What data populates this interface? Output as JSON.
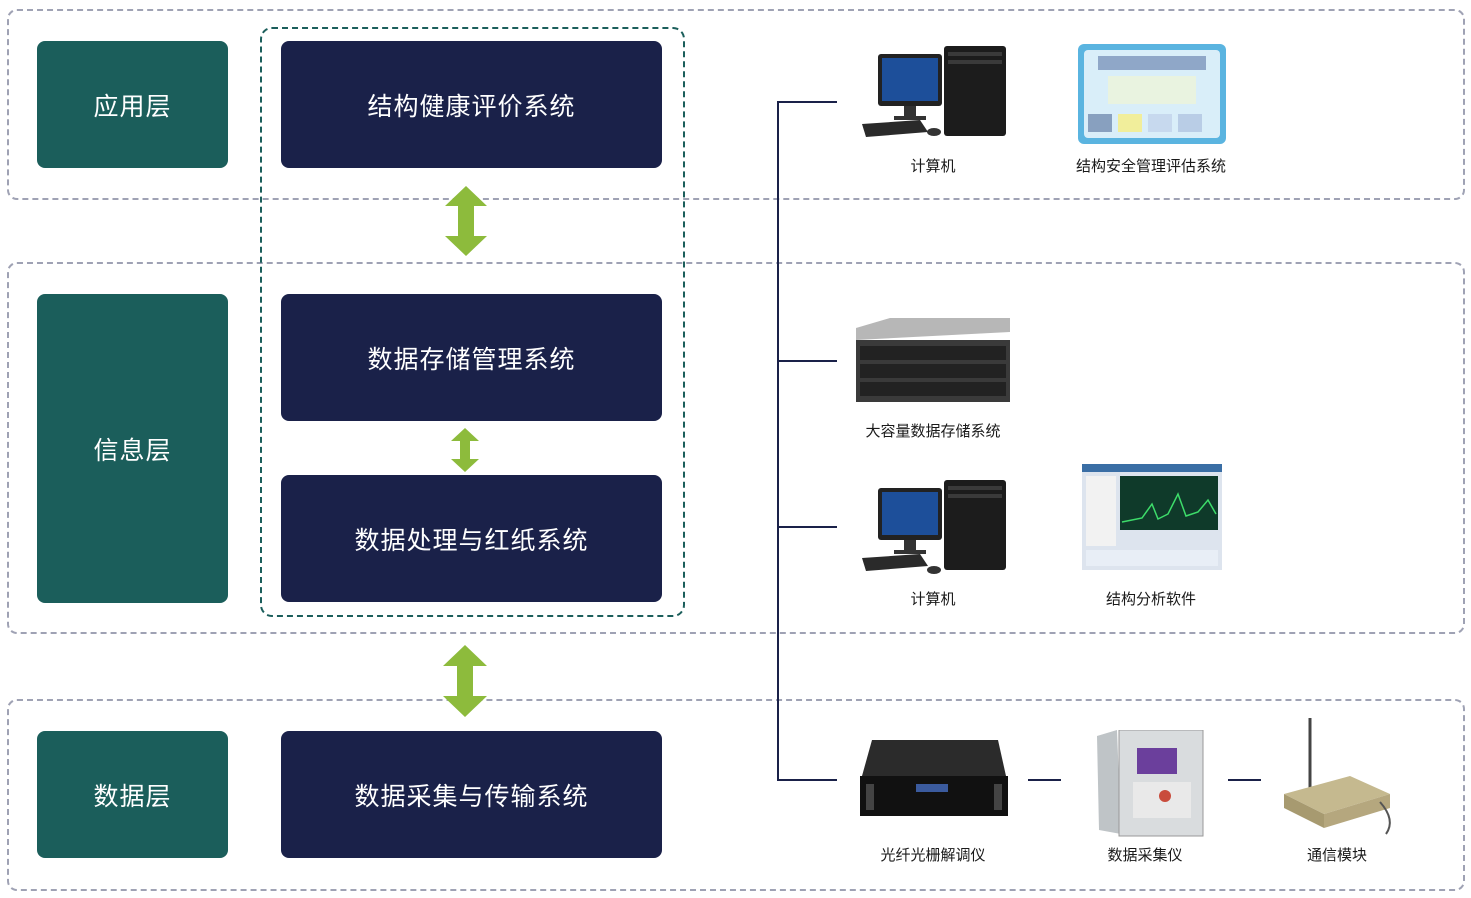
{
  "layers": {
    "application": "应用层",
    "information": "信息层",
    "data": "数据层"
  },
  "systems": {
    "health_evaluation": "结构健康评价系统",
    "storage_management": "数据存储管理系统",
    "processing": "数据处理与红纸系统",
    "acquisition": "数据采集与传输系统"
  },
  "devices": {
    "computer_top": "计算机",
    "safety_system": "结构安全管理评估系统",
    "storage": "大容量数据存储系统",
    "computer_mid": "计算机",
    "analysis_software": "结构分析软件",
    "demodulator": "光纤光栅解调仪",
    "daq": "数据采集仪",
    "comm_module": "通信模块"
  },
  "colors": {
    "layer_box": "#1b5e5b",
    "system_box": "#1a2149",
    "arrow": "#8dbb3c",
    "band_border": "#9fa2b4"
  }
}
